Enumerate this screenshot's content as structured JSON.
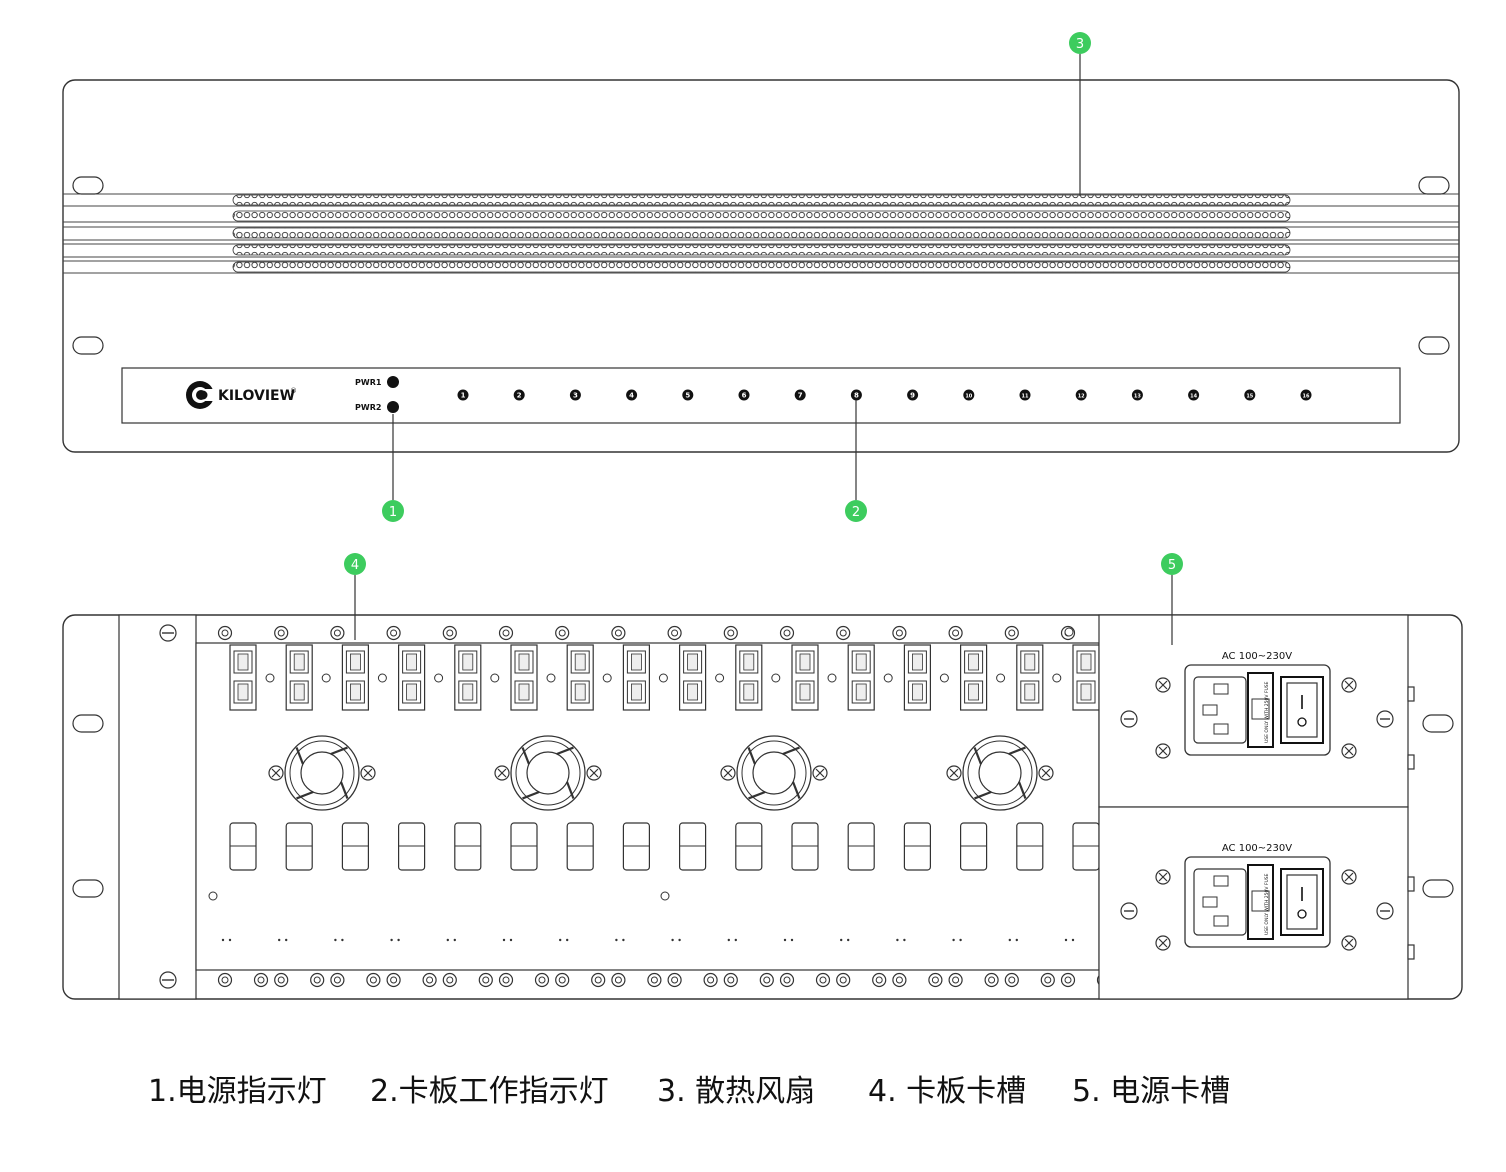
{
  "front_panel": {
    "brand": "KILOVIEW",
    "registered_mark": "®",
    "power_leds": [
      "PWR1",
      "PWR2"
    ],
    "card_leds": [
      "1",
      "2",
      "3",
      "4",
      "5",
      "6",
      "7",
      "8",
      "9",
      "10",
      "11",
      "12",
      "13",
      "14",
      "15",
      "16"
    ]
  },
  "rear_panel": {
    "power_modules": [
      {
        "label": "AC 100~230V"
      },
      {
        "label": "AC 100~230V"
      }
    ],
    "fuse_label": "USE ONLY WITH 250V FUSE",
    "card_slot_count": 16,
    "fan_count": 4
  },
  "callouts": [
    {
      "number": "1",
      "target": "power-indicator"
    },
    {
      "number": "2",
      "target": "card-status-indicator"
    },
    {
      "number": "3",
      "target": "cooling-fan"
    },
    {
      "number": "4",
      "target": "card-slot"
    },
    {
      "number": "5",
      "target": "power-slot"
    }
  ],
  "legend": [
    "1.电源指示灯",
    "2.卡板工作指示灯",
    "3. 散热风扇",
    "4. 卡板卡槽",
    "5.  电源卡槽"
  ],
  "colors": {
    "callout_green": "#3dcc5e",
    "line": "#333333",
    "background": "#ffffff"
  }
}
